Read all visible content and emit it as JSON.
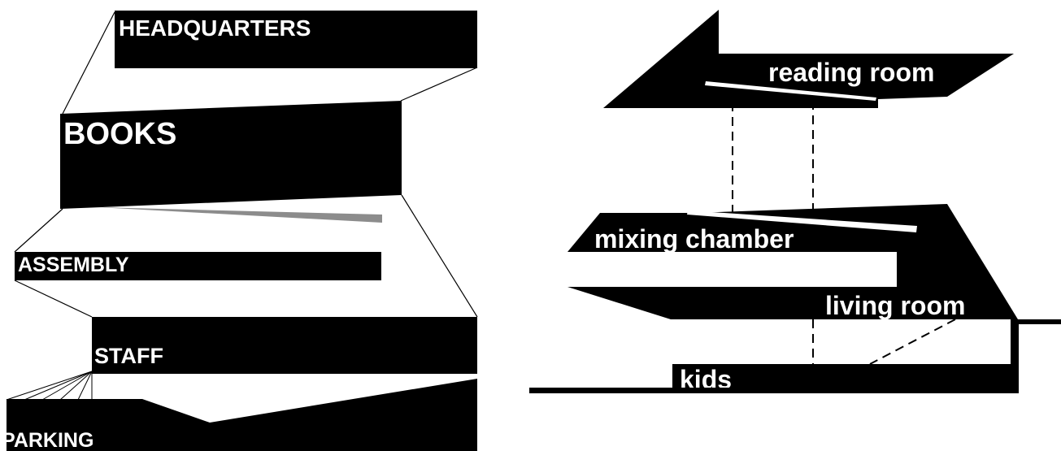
{
  "left_diagram": {
    "labels": {
      "headquarters": "HEADQUARTERS",
      "books": "BOOKS",
      "assembly": "ASSEMBLY",
      "staff": "STAFF",
      "parking": "PARKING"
    },
    "colors": {
      "block": "#000000",
      "accent_wedge": "#8c8c8c",
      "text": "#ffffff"
    }
  },
  "right_diagram": {
    "labels": {
      "reading_room": "reading room",
      "mixing_chamber": "mixing chamber",
      "living_room": "living room",
      "kids": "kids"
    },
    "colors": {
      "block": "#000000",
      "text": "#ffffff"
    }
  }
}
